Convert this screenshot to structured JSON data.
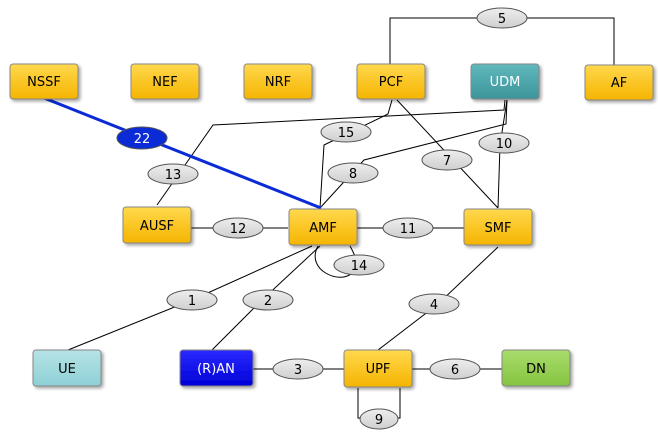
{
  "colors": {
    "amber": "#ffc000",
    "teal": "#4aa6aa",
    "light_cyan": "#9fd8dc",
    "blue": "#0000ee",
    "green": "#92d050",
    "ref_grey": "#d9d9d9",
    "highlight": "#0a2bd6"
  },
  "network_functions": {
    "nssf": "NSSF",
    "nef": "NEF",
    "nrf": "NRF",
    "pcf": "PCF",
    "udm": "UDM",
    "af": "AF",
    "ausf": "AUSF",
    "amf": "AMF",
    "smf": "SMF",
    "ue": "UE",
    "ran": "(R)AN",
    "upf": "UPF",
    "dn": "DN"
  },
  "reference_points": {
    "n1": "1",
    "n2": "2",
    "n3": "3",
    "n4": "4",
    "n5": "5",
    "n6": "6",
    "n7": "7",
    "n8": "8",
    "n9": "9",
    "n10": "10",
    "n11": "11",
    "n12": "12",
    "n13": "13",
    "n14": "14",
    "n15": "15",
    "n22": "22"
  }
}
